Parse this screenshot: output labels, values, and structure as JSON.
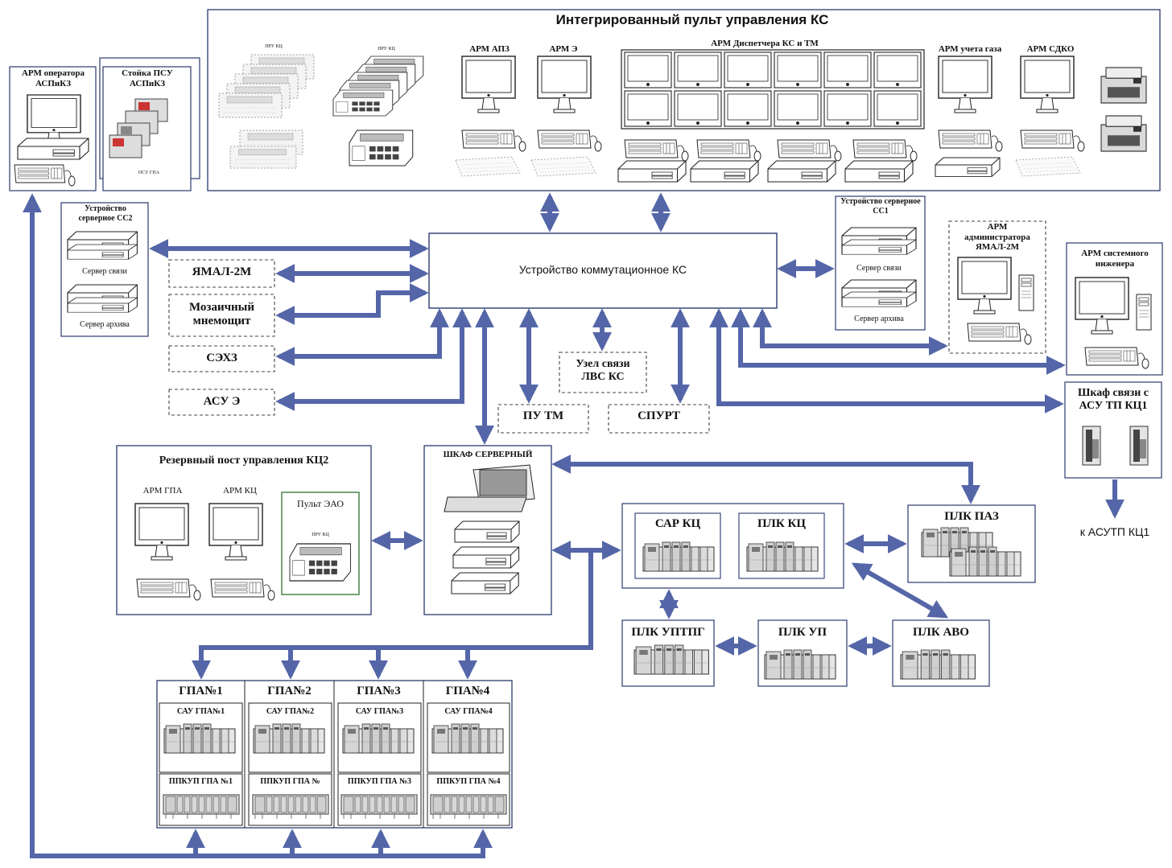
{
  "title": "Интегрированный пульт управления КС",
  "top_panel": {
    "pru_label_1": "ПРУ КЦ",
    "pru_label_2": "ПРУ КЦ",
    "arm_apz": "АРМ АПЗ",
    "arm_e": "АРМ Э",
    "arm_dispatcher": "АРМ Диспетчера КС и ТМ",
    "arm_gas": "АРМ учета газа",
    "arm_sdko": "АРМ СДКО"
  },
  "left_top": {
    "arm_operator": "АРМ оператора АСПиКЗ",
    "psu_rack": "Стойка ПСУ АСПиКЗ",
    "psu_gpa": "ПСУ ГПА"
  },
  "server_cc2": {
    "title": "Устройство серверное СС2",
    "comm_server": "Сервер связи",
    "archive_server": "Сервер архива"
  },
  "server_cc1": {
    "title": "Устройство серверное СС1",
    "comm_server": "Сервер связи",
    "archive_server": "Сервер архива"
  },
  "switch": "Устройство коммутационное КС",
  "ext_systems": {
    "yamal": "ЯМАЛ-2М",
    "mosaic": "Мозаичный мнемощит",
    "sehz": "СЭХЗ",
    "asue": "АСУ Э",
    "lan_node": "Узел связи ЛВС КС",
    "pu_tm": "ПУ ТМ",
    "spurt": "СПУРТ"
  },
  "arm_admin": "АРМ администратора ЯМАЛ-2М",
  "arm_engineer": "АРМ системного инженера",
  "comm_cabinet": "Шкаф связи с АСУ ТП КЦ1",
  "asutp_link": "к АСУТП КЦ1",
  "reserve_post": {
    "title": "Резервный пост управления КЦ2",
    "arm_gpa": "АРМ ГПА",
    "arm_kc": "АРМ КЦ",
    "eao_panel": "Пульт ЭАО",
    "pru_kc": "ПРУ КЦ"
  },
  "server_cabinet": "ШКАФ СЕРВЕРНЫЙ",
  "plc": {
    "sar_kc": "САР КЦ",
    "plk_kc": "ПЛК КЦ",
    "plk_paz": "ПЛК ПАЗ",
    "plk_uptpg": "ПЛК УПТПГ",
    "plk_up": "ПЛК УП",
    "plk_avo": "ПЛК АВО"
  },
  "gpa_units": [
    {
      "name": "ГПА№1",
      "sau": "САУ ГПА№1",
      "ppkup": "ППКУП ГПА №1"
    },
    {
      "name": "ГПА№2",
      "sau": "САУ ГПА№2",
      "ppkup": "ППКУП ГПА №"
    },
    {
      "name": "ГПА№3",
      "sau": "САУ ГПА№3",
      "ppkup": "ППКУП ГПА №3"
    },
    {
      "name": "ГПА№4",
      "sau": "САУ ГПА№4",
      "ppkup": "ППКУП ГПА №4"
    }
  ],
  "colors": {
    "arrow": "#5566a8",
    "box_border": "#3a4a8a",
    "panel_green": "#3d7d3d"
  }
}
